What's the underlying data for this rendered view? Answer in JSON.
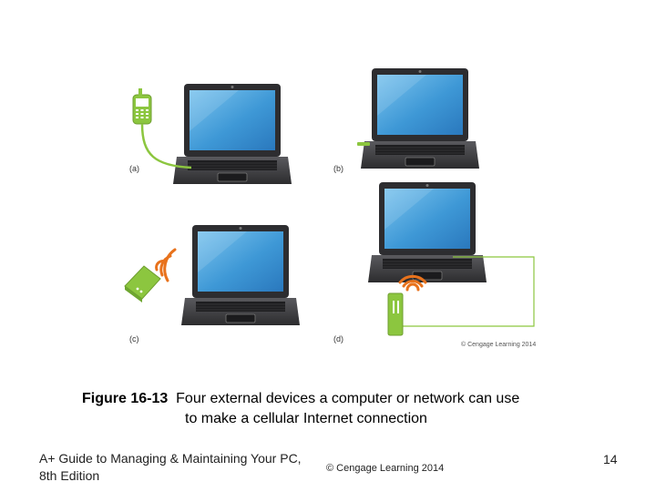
{
  "figure": {
    "panels": [
      {
        "label": "(a)",
        "device": "cell-phone"
      },
      {
        "label": "(b)",
        "device": "usb-broadband-modem"
      },
      {
        "label": "(c)",
        "device": "mifi-hotspot"
      },
      {
        "label": "(d)",
        "device": "cellular-router"
      }
    ],
    "image_credit": "© Cengage Learning 2014",
    "colors": {
      "device_green": "#8cc63f",
      "signal_orange": "#e8721c",
      "laptop_body": "#3a3a3c",
      "screen_blue": "#4aa3df"
    }
  },
  "caption": {
    "label": "Figure 16-13",
    "line1": "Four external devices a computer or network can use",
    "line2": "to make a cellular Internet connection"
  },
  "footer": {
    "book_line1": "A+ Guide to Managing & Maintaining Your PC,",
    "book_line2": "8th Edition",
    "copyright": "© Cengage Learning 2014",
    "page_number": "14"
  }
}
